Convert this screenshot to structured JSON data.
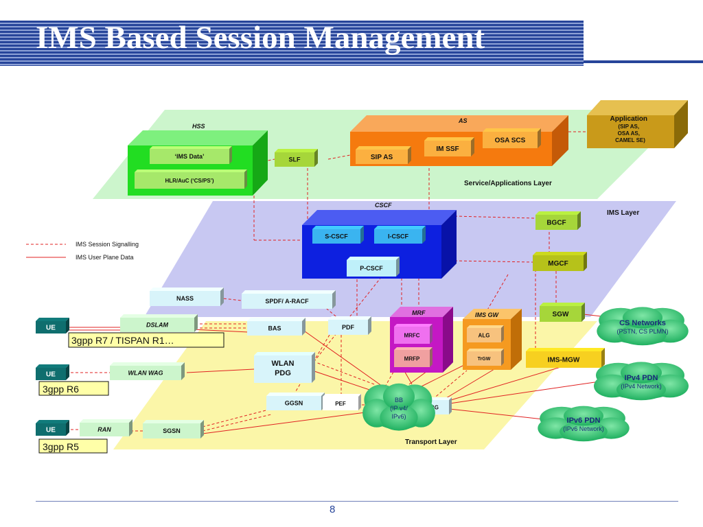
{
  "slide": {
    "title": "IMS Based Session Management",
    "page_number": "8"
  },
  "layers": {
    "service": "Service/Applications Layer",
    "ims": "IMS Layer",
    "transport": "Transport Layer"
  },
  "legend": {
    "signalling": "IMS Session Signalling",
    "user_plane": "IMS User Plane Data"
  },
  "groups": {
    "hss": "HSS",
    "as": "AS",
    "cscf": "CSCF",
    "mrf": "MRF",
    "ims_gw": "IMS GW"
  },
  "nodes": {
    "ims_data": "‘IMS Data’",
    "hlr_auc": "HLR/AuC (‘CS/PS’)",
    "slf": "SLF",
    "sip_as": "SIP AS",
    "im_ssf": "IM SSF",
    "osa_scs": "OSA SCS",
    "application": [
      "Application",
      "(SIP AS,",
      "OSA AS,",
      "CAMEL SE)"
    ],
    "s_cscf": "S-CSCF",
    "i_cscf": "I-CSCF",
    "p_cscf": "P-CSCF",
    "bgcf": "BGCF",
    "mgcf": "MGCF",
    "sgw": "SGW",
    "nass": "NASS",
    "spdf": "SPDF/ A-RACF",
    "dslam": "DSLAM",
    "bas": "BAS",
    "pdf": "PDF",
    "mrfc": "MRFC",
    "mrfp": "MRFP",
    "alg": "ALG",
    "trgw": "TrGW",
    "ims_mgw": "IMS-MGW",
    "wlan_wag": "WLAN WAG",
    "wlan_pdg": [
      "WLAN",
      "PDG"
    ],
    "ggsn": "GGSN",
    "pef": "PEF",
    "bb": [
      "BB",
      "(IP v4/",
      "IPv6)"
    ],
    "bg": "BG",
    "ran": "RAN",
    "sgsn": "SGSN",
    "ue": "UE"
  },
  "clouds": {
    "cs_networks": [
      "CS Networks",
      "(PSTN, CS PLMN)"
    ],
    "ipv4_pdn": [
      "IPv4 PDN",
      "(IPv4 Network)"
    ],
    "ipv6_pdn": [
      "IPv6 PDN",
      "(IPv6 Network)"
    ]
  },
  "releases": {
    "r7": "3gpp R7 /  TISPAN R1…",
    "r6": "3gpp R6",
    "r5": "3gpp R5"
  },
  "colors": {
    "title_band": "#27459a",
    "service_plane": "#ccf5cc",
    "ims_plane": "#c8c8f2",
    "transport_plane": "#fbf6a8",
    "hss": "#22dd22",
    "as": "#f57a0e",
    "application": "#c99a1a",
    "cscf": "#0d20e0",
    "mrf": "#c418c4",
    "ims_gw": "#f59a20",
    "lime_box": "#a6d63a",
    "cyan_box": "#d8f4fa",
    "teal_ue": "#0f6e6e",
    "cloud": "#2fbf6f",
    "signal_line": "#e02020"
  }
}
